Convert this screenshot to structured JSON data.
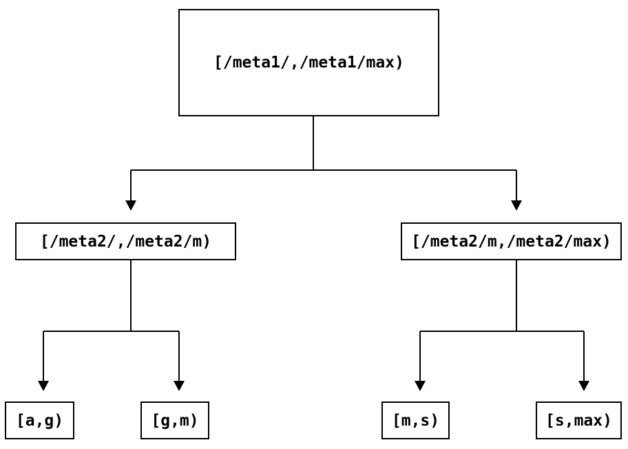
{
  "diagram": {
    "type": "interval-partition-tree",
    "nodes": {
      "root": {
        "id": "root",
        "label": "[/meta1/,/meta1/max)"
      },
      "left": {
        "id": "left",
        "label": "[/meta2/,/meta2/m)"
      },
      "right": {
        "id": "right",
        "label": "[/meta2/m,/meta2/max)"
      },
      "leaf_ag": {
        "id": "leaf_ag",
        "label": "[a,g)"
      },
      "leaf_gm": {
        "id": "leaf_gm",
        "label": "[g,m)"
      },
      "leaf_ms": {
        "id": "leaf_ms",
        "label": "[m,s)"
      },
      "leaf_smax": {
        "id": "leaf_smax",
        "label": "[s,max)"
      }
    },
    "edges": [
      {
        "from": "root",
        "to": "left"
      },
      {
        "from": "root",
        "to": "right"
      },
      {
        "from": "left",
        "to": "leaf_ag"
      },
      {
        "from": "left",
        "to": "leaf_gm"
      },
      {
        "from": "right",
        "to": "leaf_ms"
      },
      {
        "from": "right",
        "to": "leaf_smax"
      }
    ],
    "colors": {
      "background": "#ffffff",
      "line": "#000000",
      "box_border": "#000000",
      "text": "#000000"
    }
  }
}
